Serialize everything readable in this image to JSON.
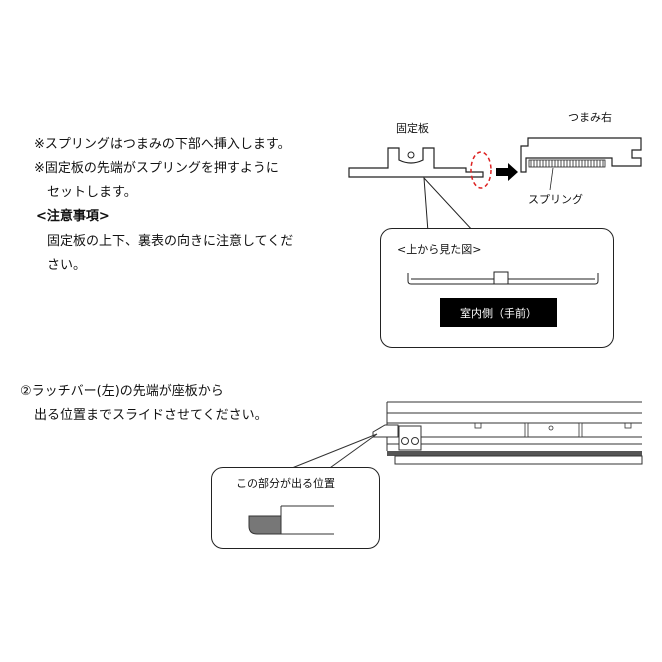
{
  "instructions": {
    "line1": "※スプリングはつまみの下部へ挿入します。",
    "line2": "※固定板の先端がスプリングを押すように",
    "line3": "セットします。",
    "caution_heading": "<注意事項>",
    "caution_line1": "固定板の上下、裏表の向きに注意してくだ",
    "caution_line2": "さい。"
  },
  "diagram_top": {
    "fixed_plate_label": "固定板",
    "knob_right_label": "つまみ右",
    "spring_label": "スプリング",
    "callout_title": "<上から見た図>",
    "indoor_side_label": "室内側（手前）"
  },
  "step2": {
    "line1": "②ラッチバー(左)の先端が座板から",
    "line2": "出る位置までスライドさせてください。"
  },
  "diagram_bottom": {
    "callout_title": "この部分が出る位置"
  }
}
